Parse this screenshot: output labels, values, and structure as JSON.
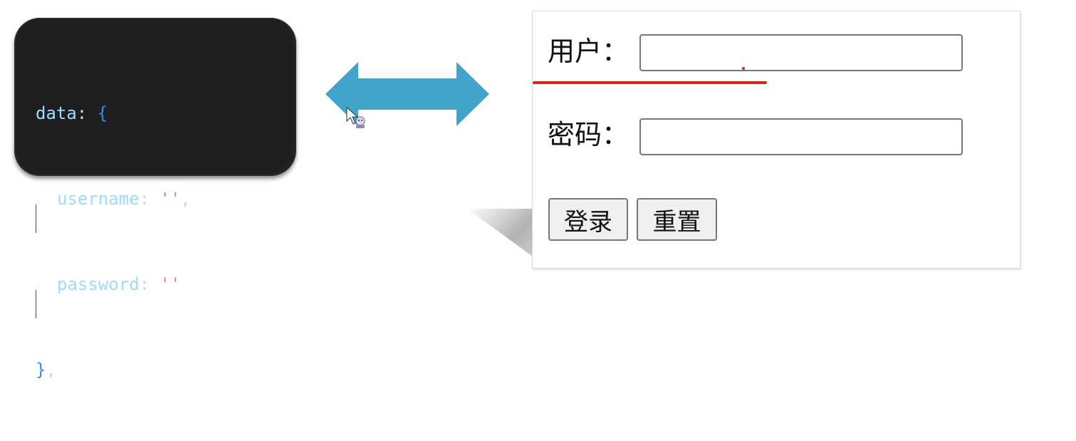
{
  "code": {
    "lines": [
      {
        "key": "data",
        "punct": ": ",
        "brace": "{"
      },
      {
        "key": "username",
        "punct": ": ",
        "str": "''",
        "trail": ","
      },
      {
        "key": "password",
        "punct": ": ",
        "str": "''"
      },
      {
        "brace": "}",
        "trail": ","
      }
    ]
  },
  "arrow": {
    "color": "#41a4c9",
    "icon": "double-arrow-icon"
  },
  "annotation": {
    "color": "#d42a1c"
  },
  "form": {
    "username_label": "用户：",
    "password_label": "密码：",
    "username_value": "",
    "password_value": "",
    "login_button": "登录",
    "reset_button": "重置"
  }
}
